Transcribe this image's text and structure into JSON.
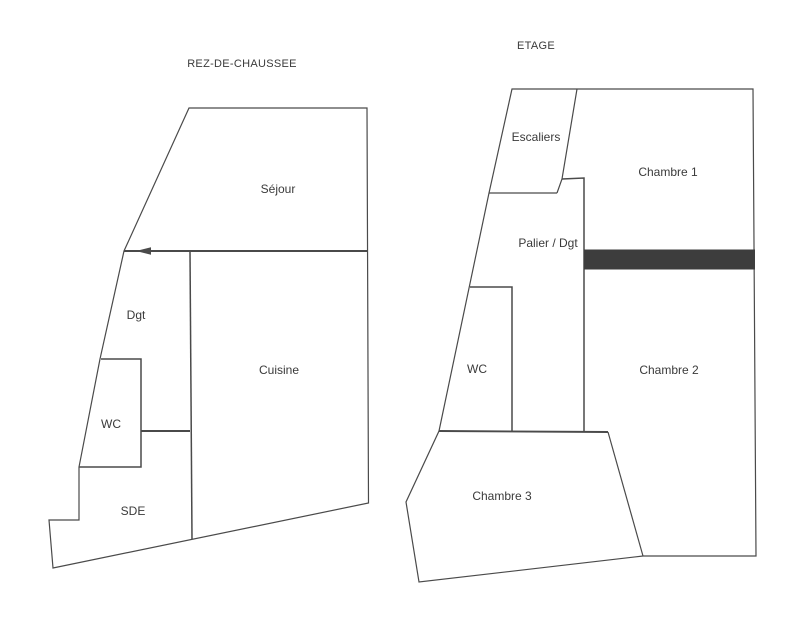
{
  "page": {
    "colors": {
      "background": "#ffffff",
      "line_color": "#4a4a4a",
      "text_color": "#3a3a3a",
      "solid_wall_color": "#3d3d3d"
    }
  },
  "ground_floor": {
    "title": "REZ-DE-CHAUSSEE",
    "rooms": {
      "sejour": "Séjour",
      "dgt": "Dgt",
      "cuisine": "Cuisine",
      "wc": "WC",
      "sde": "SDE"
    }
  },
  "upper_floor": {
    "title": "ETAGE",
    "rooms": {
      "escaliers": "Escaliers",
      "chambre_1": "Chambre 1",
      "palier_dgt": "Palier / Dgt",
      "wc": "WC",
      "chambre_2": "Chambre 2",
      "chambre_3": "Chambre 3"
    }
  }
}
